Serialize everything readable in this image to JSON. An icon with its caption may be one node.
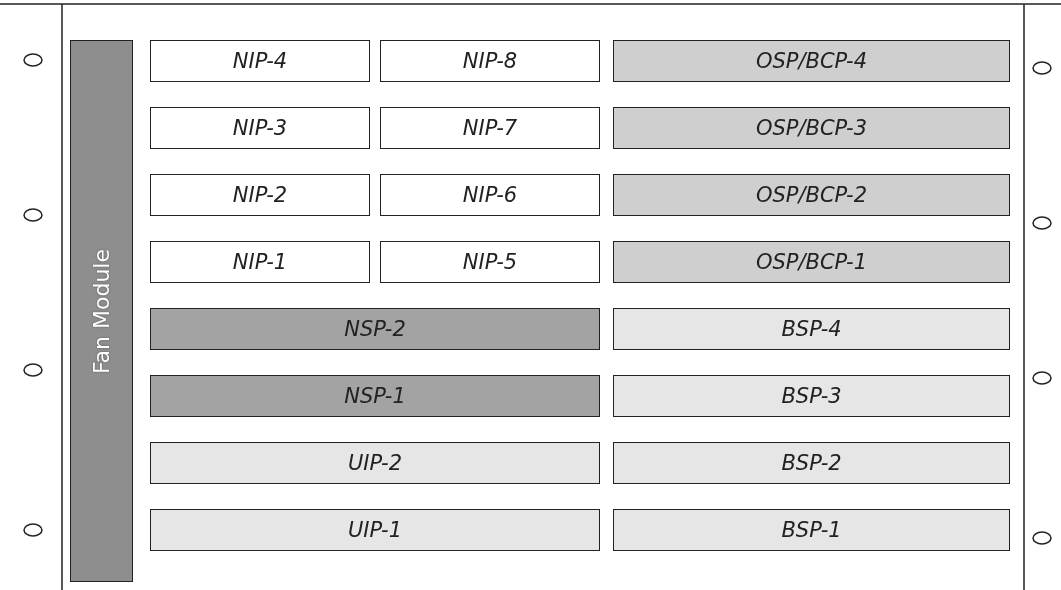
{
  "diagram": {
    "nodes": [
      {
        "text": [
          "Fan Module"
        ]
      },
      {
        "text": [
          "NIP-4"
        ]
      },
      {
        "text": [
          "NIP-8"
        ]
      },
      {
        "text": [
          "OSP/BCP-4"
        ]
      },
      {
        "text": [
          "NIP-3"
        ]
      },
      {
        "text": [
          "NIP-7"
        ]
      },
      {
        "text": [
          "OSP/BCP-3"
        ]
      },
      {
        "text": [
          "NIP-2"
        ]
      },
      {
        "text": [
          "NIP-6"
        ]
      },
      {
        "text": [
          "OSP/BCP-2"
        ]
      },
      {
        "text": [
          "NIP-1"
        ]
      },
      {
        "text": [
          "NIP-5"
        ]
      },
      {
        "text": [
          "OSP/BCP-1"
        ]
      },
      {
        "text": [
          "NSP-2"
        ]
      },
      {
        "text": [
          "BSP-4"
        ]
      },
      {
        "text": [
          "NSP-1"
        ]
      },
      {
        "text": [
          "BSP-3"
        ]
      },
      {
        "text": [
          "UIP-2"
        ]
      },
      {
        "text": [
          "BSP-2"
        ]
      },
      {
        "text": [
          "UIP-1"
        ]
      },
      {
        "text": [
          "BSP-1"
        ]
      }
    ]
  }
}
